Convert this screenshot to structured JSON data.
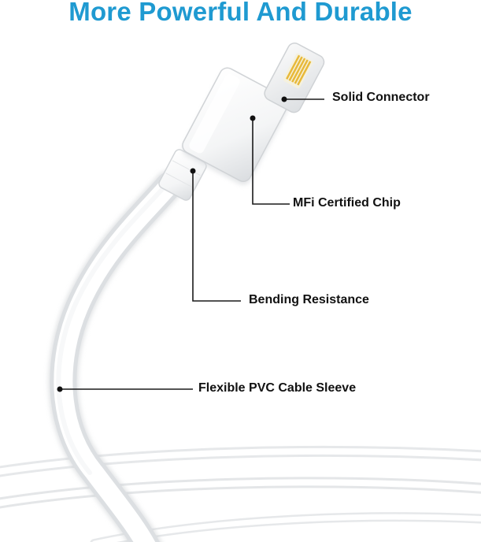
{
  "title": "More Powerful And Durable",
  "callouts": {
    "solid_connector": "Solid Connector",
    "mfi_chip": "MFi Certified Chip",
    "bending_resistance": "Bending Resistance",
    "flexible_sleeve": "Flexible PVC Cable Sleeve"
  },
  "colors": {
    "title": "#1f9ad1",
    "label": "#111111",
    "pins": "#e8b93a"
  }
}
